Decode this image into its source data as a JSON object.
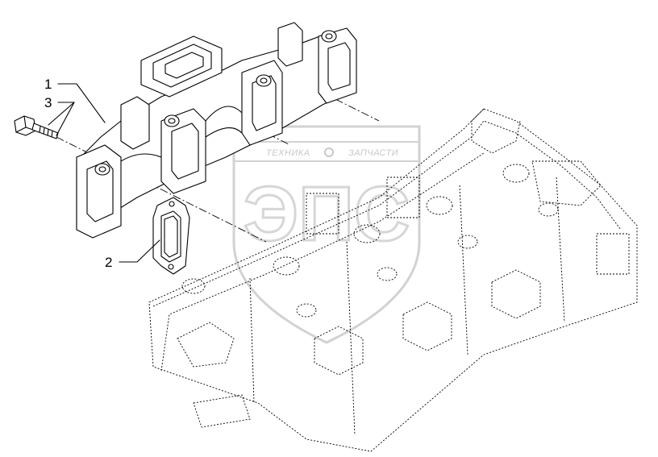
{
  "callouts": [
    {
      "id": "1",
      "label": "1"
    },
    {
      "id": "2",
      "label": "2"
    },
    {
      "id": "3",
      "label": "3"
    }
  ],
  "watermark": {
    "left_text": "ТЕХНИКА",
    "right_text": "ЗАПЧАСТИ",
    "logo_letters": "ЭПС"
  },
  "parts": [
    {
      "callout": "1",
      "icon": "exhaust-manifold"
    },
    {
      "callout": "2",
      "icon": "manifold-gasket"
    },
    {
      "callout": "3",
      "icon": "bolt"
    }
  ]
}
